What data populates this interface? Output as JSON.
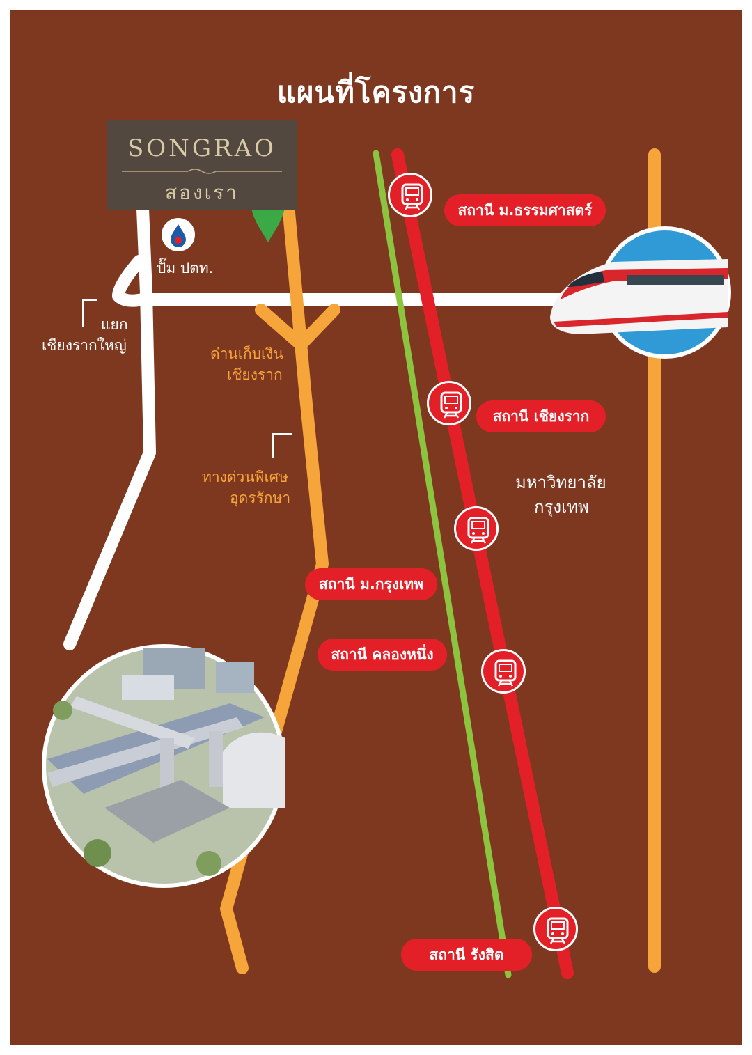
{
  "title": "แผนที่โครงการ",
  "logo": {
    "name_en": "SONGRAO",
    "name_th": "สองเรา"
  },
  "landmarks": {
    "gas_station": "ปั๊ม ปตท.",
    "intersection_line1": "แยก",
    "intersection_line2": "เชียงรากใหญ่",
    "toll_line1": "ด่านเก็บเงิน",
    "toll_line2": "เชียงราก",
    "expressway_line1": "ทางด่วนพิเศษ",
    "expressway_line2": "อุดรรักษา",
    "university_line1": "มหาวิทยาลัย",
    "university_line2": "กรุงเทพ"
  },
  "stations": [
    {
      "label": "สถานี ม.ธรรมศาสตร์"
    },
    {
      "label": "สถานี เชียงราก"
    },
    {
      "label": "สถานี ม.กรุงเทพ"
    },
    {
      "label": "สถานี คลองหนึ่ง"
    },
    {
      "label": "สถานี รังสิต"
    }
  ],
  "icons": {
    "pin": "location-pin-icon",
    "gas": "ptt-gas-icon",
    "train": "train-icon"
  },
  "colors": {
    "background": "#7f3820",
    "road": "#ffffff",
    "expressway": "#f5a53a",
    "rail_red": "#e32028",
    "rail_green": "#8cc43f",
    "pin": "#3aa946"
  }
}
